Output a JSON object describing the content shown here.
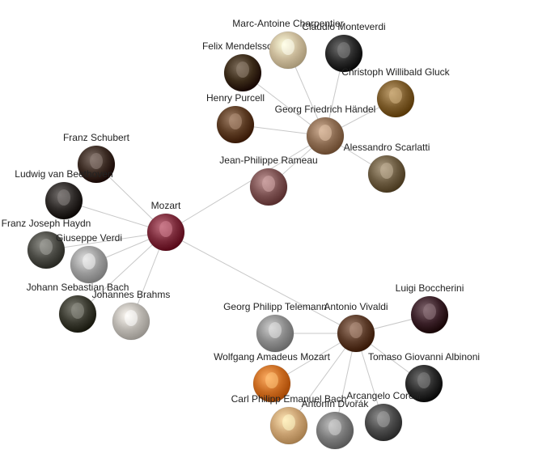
{
  "graph": {
    "hubs": [
      {
        "id": "mozart",
        "label": "Mozart",
        "color": "#7a2a3a"
      },
      {
        "id": "handel",
        "label": "Georg Friedrich Händel",
        "color": "#8a6a50"
      },
      {
        "id": "vivaldi",
        "label": "Antonio Vivaldi",
        "color": "#5a3a28"
      }
    ],
    "nodes": [
      {
        "id": "schubert",
        "label": "Franz Schubert",
        "color": "#3a2a22"
      },
      {
        "id": "beethoven",
        "label": "Ludwig van Beethoven",
        "color": "#2e2a28"
      },
      {
        "id": "haydn",
        "label": "Franz Joseph Haydn",
        "color": "#4a4a44"
      },
      {
        "id": "verdi",
        "label": "Giuseppe Verdi",
        "color": "#9a9a9a"
      },
      {
        "id": "bach",
        "label": "Johann Sebastian Bach",
        "color": "#3a3a30"
      },
      {
        "id": "brahms",
        "label": "Johannes Brahms",
        "color": "#b8b4ae"
      },
      {
        "id": "mendelssohn",
        "label": "Felix Mendelssohn",
        "color": "#3a2a18"
      },
      {
        "id": "charpentier",
        "label": "Marc-Antoine Charpentier",
        "color": "#c8b898"
      },
      {
        "id": "monteverdi",
        "label": "Claudio Monteverdi",
        "color": "#2a2a2a"
      },
      {
        "id": "gluck",
        "label": "Christoph Willibald Gluck",
        "color": "#7a5a2a"
      },
      {
        "id": "purcell",
        "label": "Henry Purcell",
        "color": "#5a3a22"
      },
      {
        "id": "scarlatti",
        "label": "Alessandro Scarlatti",
        "color": "#6a5a40"
      },
      {
        "id": "rameau",
        "label": "Jean-Philippe Rameau",
        "color": "#7a5050"
      },
      {
        "id": "boccherini",
        "label": "Luigi Boccherini",
        "color": "#3a2028"
      },
      {
        "id": "telemann",
        "label": "Georg Philipp Telemann",
        "color": "#8a8a8a"
      },
      {
        "id": "albinoni",
        "label": "Tomaso Giovanni Albinoni",
        "color": "#2a2a2a"
      },
      {
        "id": "wam",
        "label": "Wolfgang Amadeus Mozart",
        "color": "#c86a20"
      },
      {
        "id": "cpe_bach",
        "label": "Carl Philipp Emanuel Bach",
        "color": "#c8a070"
      },
      {
        "id": "dvorak",
        "label": "Antonín Dvořák",
        "color": "#7a7a7a"
      },
      {
        "id": "corelli",
        "label": "Arcangelo Corelli",
        "color": "#4a4a4a"
      }
    ],
    "edges": [
      [
        "mozart",
        "handel"
      ],
      [
        "mozart",
        "vivaldi"
      ],
      [
        "mozart",
        "schubert"
      ],
      [
        "mozart",
        "beethoven"
      ],
      [
        "mozart",
        "haydn"
      ],
      [
        "mozart",
        "verdi"
      ],
      [
        "mozart",
        "bach"
      ],
      [
        "mozart",
        "brahms"
      ],
      [
        "handel",
        "mendelssohn"
      ],
      [
        "handel",
        "charpentier"
      ],
      [
        "handel",
        "monteverdi"
      ],
      [
        "handel",
        "gluck"
      ],
      [
        "handel",
        "purcell"
      ],
      [
        "handel",
        "scarlatti"
      ],
      [
        "handel",
        "rameau"
      ],
      [
        "vivaldi",
        "boccherini"
      ],
      [
        "vivaldi",
        "telemann"
      ],
      [
        "vivaldi",
        "albinoni"
      ],
      [
        "vivaldi",
        "wam"
      ],
      [
        "vivaldi",
        "cpe_bach"
      ],
      [
        "vivaldi",
        "dvorak"
      ],
      [
        "vivaldi",
        "corelli"
      ]
    ]
  }
}
